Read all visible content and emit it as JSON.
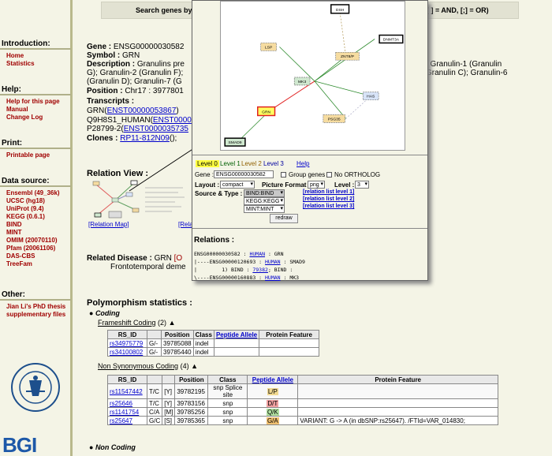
{
  "search": {
    "label": "Search genes by",
    "hint": "[ ] = AND, [;] = OR)"
  },
  "sidebar": {
    "sections": [
      {
        "title": "Introduction:",
        "items": [
          "Home",
          "Statistics"
        ]
      },
      {
        "title": "Help:",
        "items": [
          "Help for this page",
          "Manual",
          "Change Log"
        ]
      },
      {
        "title": "Print:",
        "items": [
          "Printable page"
        ]
      },
      {
        "title": "Data source:",
        "items": [
          "Ensembl (49_36k)",
          "UCSC (hg18)",
          "UniProt (9.4)",
          "KEGG (0.6.1)",
          "BIND",
          "MINT",
          "OMIM (20070110)",
          "Pfam (20061106)",
          "DAS-CBS",
          "TreeFam"
        ]
      },
      {
        "title": "Other:",
        "items": [
          "Jian Li's PhD thesis",
          "supplementary files"
        ]
      }
    ],
    "logo2": "BGI"
  },
  "gene": {
    "gene_label": "Gene :",
    "gene_value": "ENSG00000030582",
    "symbol_label": "Symbol :",
    "symbol_value": "GRN",
    "desc_label": "Description :",
    "desc_1": "Granulins pre",
    "desc_1r": "; Granulin-1 (Granulin",
    "desc_2": "G); Granulin-2 (Granulin F);",
    "desc_2r": "Granulin C); Granulin-6",
    "desc_3": "(Granulin D); Granulin-7 (G",
    "pos_label": "Position :",
    "pos_value": "Chr17 : 3977801",
    "tr_label": "Transcripts :",
    "tr_1a": "GRN(",
    "tr_1b": "ENST00000053867",
    "tr_1c": ")",
    "tr_2a": "Q9H8S1_HUMAN(",
    "tr_2b": "ENST0000",
    "tr_3a": "P28799-2(",
    "tr_3b": "ENST0000035735",
    "clones_label": "Clones :",
    "clones_value": "RP11-812N09",
    "clones_tail": "();"
  },
  "relation": {
    "title": "Relation View :",
    "map_link": "[Relation Map]",
    "map_link2": "[Rela"
  },
  "disease": {
    "label": "Related Disease :",
    "value": "GRN",
    "value2": "[O",
    "line2": "Frontotemporal deme"
  },
  "poly": {
    "title": "Polymorphism statistics :",
    "coding": "Coding",
    "frameshift": "Frameshift Coding",
    "frameshift_count": "(2)",
    "fs_headers": [
      "RS_ID",
      "",
      "Position",
      "Class",
      "Peptide Allele",
      "Protein Feature"
    ],
    "fs_rows": [
      [
        "rs34975779",
        "G/-",
        "39785088",
        "indel",
        "",
        ""
      ],
      [
        "rs34100802",
        "G/-",
        "39785440",
        "indel",
        "",
        ""
      ]
    ],
    "nonsyn": "Non Synonymous Coding",
    "nonsyn_count": "(4)",
    "ns_headers": [
      "RS_ID",
      "",
      "",
      "Position",
      "Class",
      "Peptide Allele",
      "Protein Feature"
    ],
    "ns_rows": [
      [
        "rs11547442",
        "T/C",
        "[Y]",
        "39782195",
        "snp Splice site",
        "L/P",
        ""
      ],
      [
        "rs25646",
        "T/C",
        "[Y]",
        "39783156",
        "snp",
        "D/T",
        ""
      ],
      [
        "rs1141754",
        "C/A",
        "[M]",
        "39785256",
        "snp",
        "Q/K",
        ""
      ],
      [
        "rs25647",
        "G/C",
        "[S]",
        "39785365",
        "snp",
        "G/A",
        "VARIANT: G -> A (in dbSNP:rs25647). /FTId=VAR_014830;"
      ]
    ],
    "noncoding": "Non Coding",
    "up_arrow": "▲"
  },
  "popup": {
    "nodes": [
      "DSH",
      "DNMT3A",
      "LSP",
      "ZNT8/P",
      "MK3",
      "HAS",
      "GRN",
      "PSG35",
      "SMAD9"
    ],
    "levels": [
      "Level 0",
      "Level 1",
      "Level 2",
      "Level 3"
    ],
    "help": "Help",
    "gene_label": "Gene :",
    "gene_value": "ENSG00000030582",
    "group_genes": "Group genes",
    "no_ortholog": "No ORTHOLOG",
    "layout_label": "Layout :",
    "layout_value": "compact",
    "pic_label": "Picture Format :",
    "pic_value": "png",
    "level_label": "Level :",
    "level_value": "3",
    "source_label": "Source & Type :",
    "sources": [
      "BIND:BIND",
      "KEGG:KEGG",
      "MINT:MINT"
    ],
    "rel_links": [
      "[relation list level 1]",
      "[relation list level 2]",
      "[relation list level 3]"
    ],
    "redraw": "redraw",
    "relations_title": "Relations :",
    "rel_1a": "ENSG00000030582 : ",
    "rel_1b": "HUMAN",
    "rel_1c": " : GRN",
    "rel_2a": "|----ENSG00000120693 : ",
    "rel_2b": "HUMAN",
    "rel_2c": " : SMAD9",
    "rel_3a": "|        1) BIND : ",
    "rel_3b": "79382",
    "rel_3c": "; BIND :",
    "rel_4a": "\\----ENSG00000160883 : ",
    "rel_4b": "HUMAN",
    "rel_4c": " : MK3"
  }
}
